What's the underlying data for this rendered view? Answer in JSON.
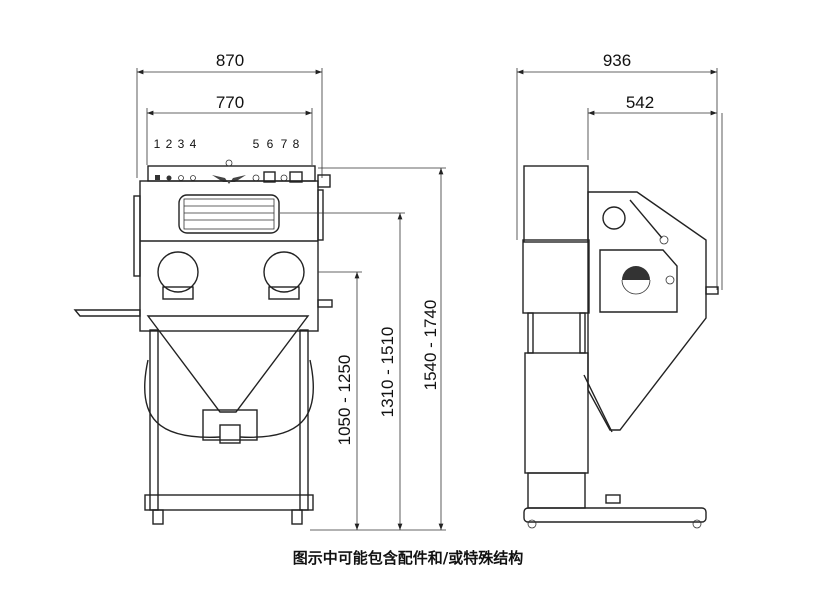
{
  "front_view": {
    "width_outer": "870",
    "width_inner": "770",
    "panel_numbers": [
      "1",
      "2",
      "3",
      "4",
      "5",
      "6",
      "7",
      "8"
    ],
    "heights": [
      "1050 - 1250",
      "1310 - 1510",
      "1540 - 1740"
    ]
  },
  "side_view": {
    "depth_outer": "936",
    "depth_inner": "542"
  },
  "caption": "图示中可能包含配件和/或特殊结构"
}
